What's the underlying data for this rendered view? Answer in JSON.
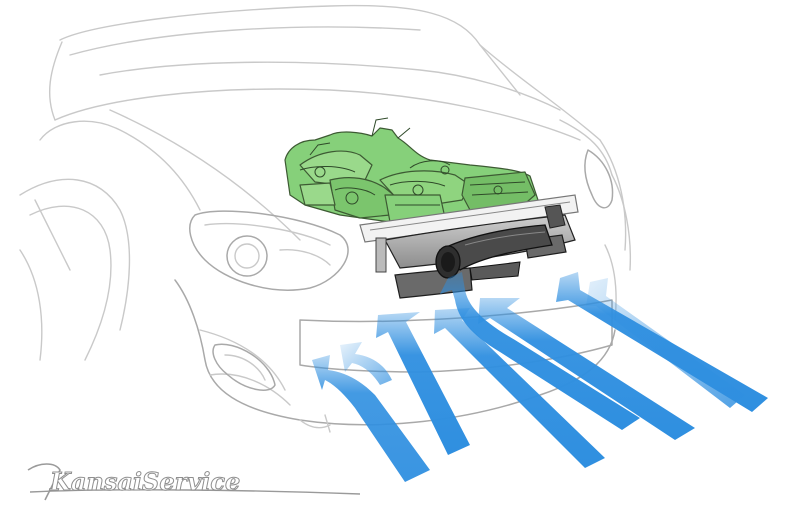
{
  "logo": {
    "text": "KansaiService",
    "color": "#8f8f8f"
  },
  "colors": {
    "airflow": "#2f8fe0",
    "engine": "#86d07a",
    "car_outline": "#c9c9c9",
    "intake": "#4a4a4a"
  },
  "icons": {
    "vehicle": "sports-car-front-outline",
    "engine": "engine-bay",
    "airflow": "airflow-arrow"
  }
}
